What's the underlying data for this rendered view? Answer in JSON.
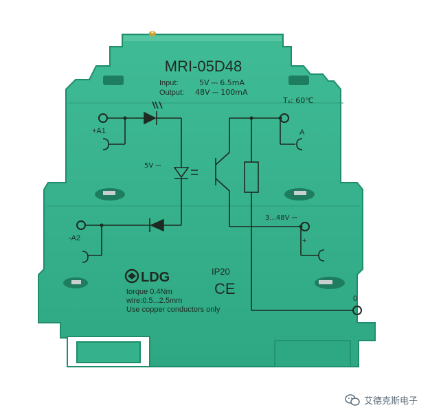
{
  "device": {
    "model": "MRI-05D48",
    "input_label": "Input:",
    "input_value": "5V ⎓ 6.5mA",
    "output_label": "Output:",
    "output_value": "48V ⎓ 100mA",
    "temp_label": "Tₐ: 60℃",
    "terminal_a1": "+A1",
    "terminal_a2": "-A2",
    "terminal_a": "A",
    "terminal_zero": "0",
    "terminal_plus": "+",
    "led_voltage": "5V ⎓",
    "load_range": "3...48V ⎓",
    "brand": "LDG",
    "ip_rating": "IP20",
    "ce_mark": "CE",
    "torque": "torque 0.4Nm",
    "wire": "wire:0.5...2.5mm",
    "copper_note": "Use copper conductors only"
  },
  "colors": {
    "housing": "#35b18c",
    "housing_shadow": "#1f8d6b",
    "housing_highlight": "#58c6a1",
    "print": "#1e2a22"
  },
  "watermark": {
    "text": "艾德克斯电子"
  }
}
